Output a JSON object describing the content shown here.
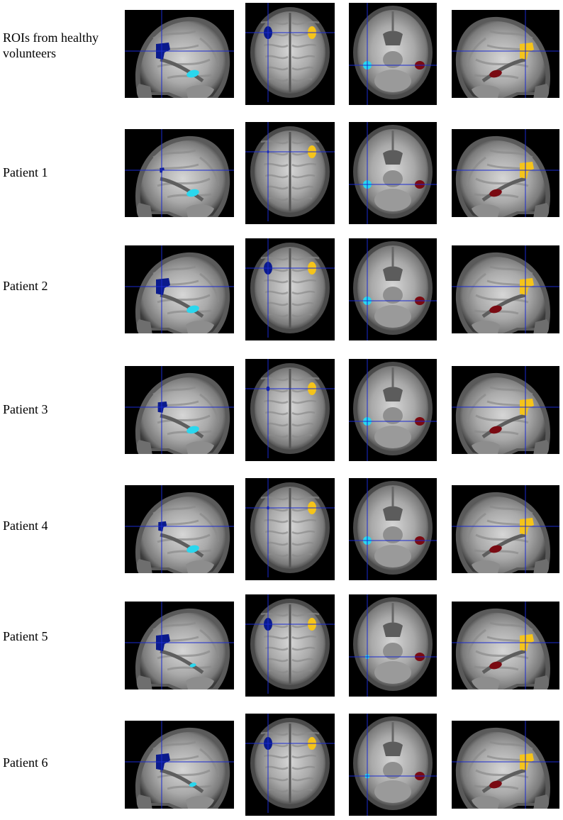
{
  "rows": [
    {
      "label": "ROIs from healthy volunteers",
      "blue_left": 1.0,
      "blue_right": 1.0,
      "cyan_left": 1.0,
      "yellow_right": 1.0,
      "red_right": 1.0
    },
    {
      "label": "Patient 1",
      "blue_left": 0.1,
      "blue_right": 0.05,
      "cyan_left": 1.0,
      "yellow_right": 1.0,
      "red_right": 1.0
    },
    {
      "label": "Patient 2",
      "blue_left": 1.0,
      "blue_right": 1.0,
      "cyan_left": 1.0,
      "yellow_right": 1.0,
      "red_right": 1.0
    },
    {
      "label": "Patient 3",
      "blue_left": 0.45,
      "blue_right": 0.15,
      "cyan_left": 1.0,
      "yellow_right": 1.0,
      "red_right": 1.0
    },
    {
      "label": "Patient 4",
      "blue_left": 0.35,
      "blue_right": 0.08,
      "cyan_left": 1.0,
      "yellow_right": 1.0,
      "red_right": 1.0
    },
    {
      "label": "Patient 5",
      "blue_left": 1.0,
      "blue_right": 1.0,
      "cyan_left": 0.25,
      "yellow_right": 1.0,
      "red_right": 1.0
    },
    {
      "label": "Patient 6",
      "blue_left": 1.0,
      "blue_right": 1.0,
      "cyan_left": 0.35,
      "yellow_right": 1.0,
      "red_right": 1.0
    }
  ],
  "views": [
    "sagittal-left",
    "axial-superior",
    "axial-inferior",
    "sagittal-right"
  ],
  "colors": {
    "blue_roi": "#0a1a8c",
    "cyan_roi": "#2ad7ee",
    "yellow_roi": "#f5c41a",
    "red_roi": "#7a0a12",
    "crosshair": "#1a2ad0",
    "background": "#000000"
  }
}
